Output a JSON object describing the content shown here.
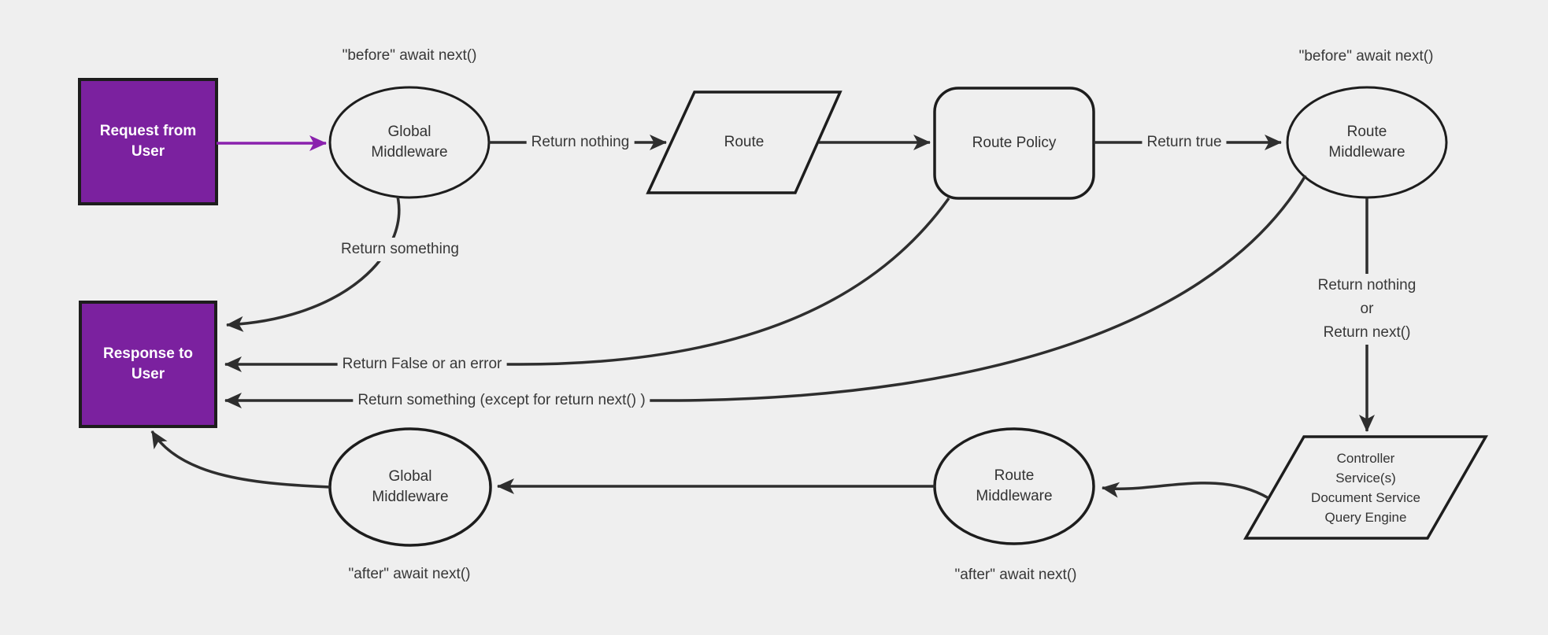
{
  "diagram_title": "request-response middleware flow",
  "colors": {
    "background": "#efefef",
    "shape_stroke": "#1d1d1d",
    "edge": "#2e2e2e",
    "purple_fill": "#7b219f",
    "purple_arrow": "#8a21ad",
    "text_dark": "#383838",
    "text_light": "#ffffff"
  },
  "nodes": {
    "request": {
      "lines": [
        "Request from",
        "User"
      ]
    },
    "response": {
      "lines": [
        "Response to",
        "User"
      ]
    },
    "global_mw_top": {
      "lines": [
        "Global",
        "Middleware"
      ]
    },
    "route": {
      "label": "Route"
    },
    "route_policy": {
      "label": "Route Policy"
    },
    "route_mw_top": {
      "lines": [
        "Route",
        "Middleware"
      ]
    },
    "route_mw_bottom": {
      "lines": [
        "Route",
        "Middleware"
      ]
    },
    "global_mw_bottom": {
      "lines": [
        "Global",
        "Middleware"
      ]
    },
    "controller": {
      "lines": [
        "Controller",
        "Service(s)",
        "Document Service",
        "Query Engine"
      ]
    }
  },
  "annotations": {
    "before_global": "\"before\" await next()",
    "return_nothing_top": "Return nothing",
    "before_route": "\"before\" await next()",
    "return_true": "Return true",
    "return_something": "Return something",
    "return_false": "Return False or an error",
    "return_except": "Return something (except for return next() )",
    "return_nothing_or_next": [
      "Return nothing",
      "or",
      "Return next()"
    ],
    "after_route": "\"after\" await next()",
    "after_global": "\"after\" await next()"
  }
}
